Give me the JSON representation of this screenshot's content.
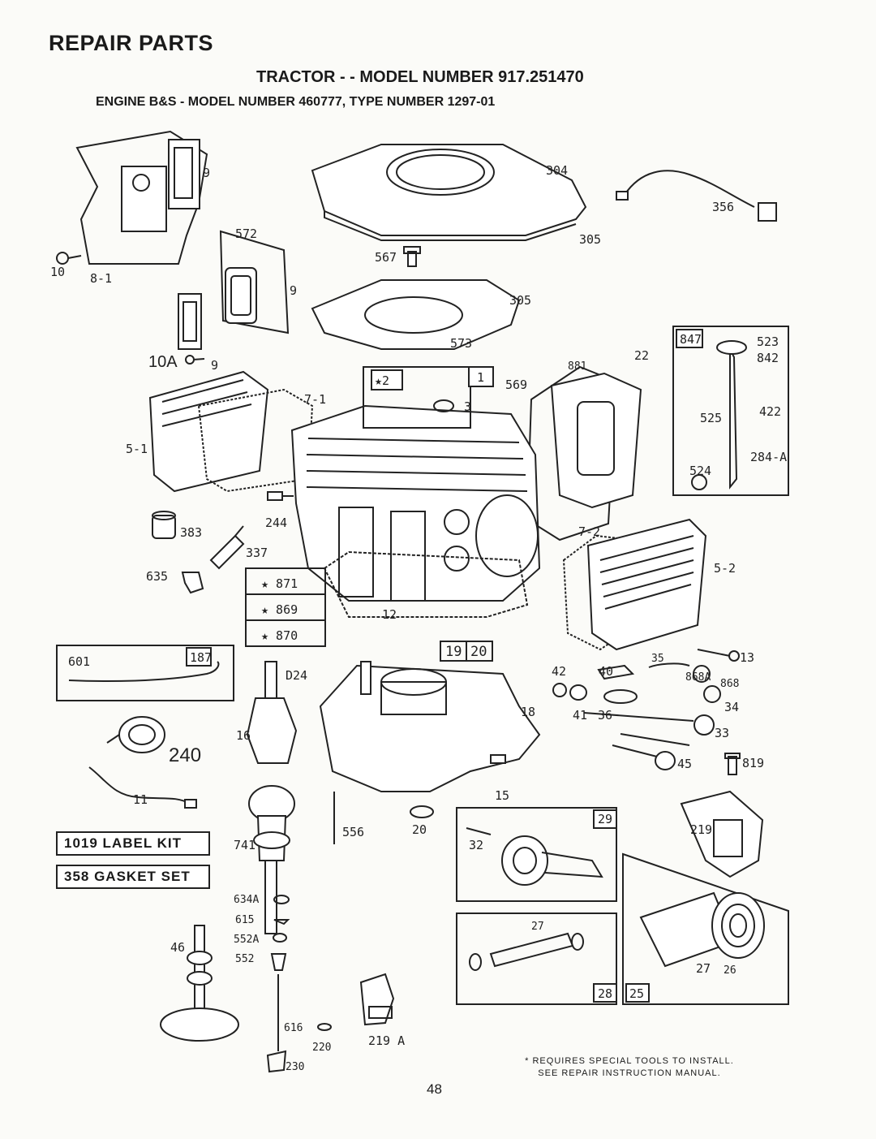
{
  "header": {
    "title": "REPAIR PARTS",
    "subtitle": "TRACTOR - - MODEL NUMBER 917.251470",
    "engine": "ENGINE B&S - MODEL NUMBER 460777, TYPE NUMBER 1297-01"
  },
  "kits": {
    "label_kit": "1019 LABEL KIT",
    "gasket_set": "358 GASKET SET"
  },
  "callouts": {
    "p9a": "9",
    "p10": "10",
    "p8_1": "8-1",
    "p572": "572",
    "p9b": "9",
    "p10A": "10A",
    "p9c": "9",
    "p304": "304",
    "p356": "356",
    "p305a": "305",
    "p567": "567",
    "p305b": "305",
    "p573": "573",
    "p847": "847",
    "p523": "523",
    "p842": "842",
    "p525": "525",
    "p422": "422",
    "p284A": "284-A",
    "p524": "524",
    "p881": "881",
    "p22": "22",
    "p569": "569",
    "p2": "★2",
    "p1": "1",
    "p3": "3",
    "p7_1": "7-1",
    "p5_1": "5-1",
    "p244": "244",
    "p383": "383",
    "p337": "337",
    "p635": "635",
    "p871": "★ 871",
    "p869": "★ 869",
    "p870": "★ 870",
    "p12": "12",
    "p7_2": "7-2",
    "p5_2": "5-2",
    "p13": "13",
    "p601": "601",
    "p187": "187",
    "p19": "19",
    "p20box": "20",
    "pD24": "D24",
    "p42": "42",
    "p40": "40",
    "p35": "35",
    "p868A": "868A",
    "p868": "868",
    "p34": "34",
    "p41": "41",
    "p36": "36",
    "p33": "33",
    "p45": "45",
    "p819": "819",
    "p240": "240",
    "p16": "16",
    "p18": "18",
    "p11": "11",
    "p15": "15",
    "p556": "556",
    "p20": "20",
    "p741": "741",
    "p29": "29",
    "p32": "32",
    "p219": "219",
    "p634A": "634A",
    "p615": "615",
    "p552A": "552A",
    "p552": "552",
    "p46": "46",
    "p27a": "27",
    "p27b": "27",
    "p26": "26",
    "p28": "28",
    "p25": "25",
    "p616": "616",
    "p220": "220",
    "p219A": "219 A",
    "p230": "230"
  },
  "footnote": {
    "line1": "* REQUIRES SPECIAL TOOLS TO INSTALL.",
    "line2": "SEE REPAIR INSTRUCTION MANUAL."
  },
  "page_number": "48"
}
